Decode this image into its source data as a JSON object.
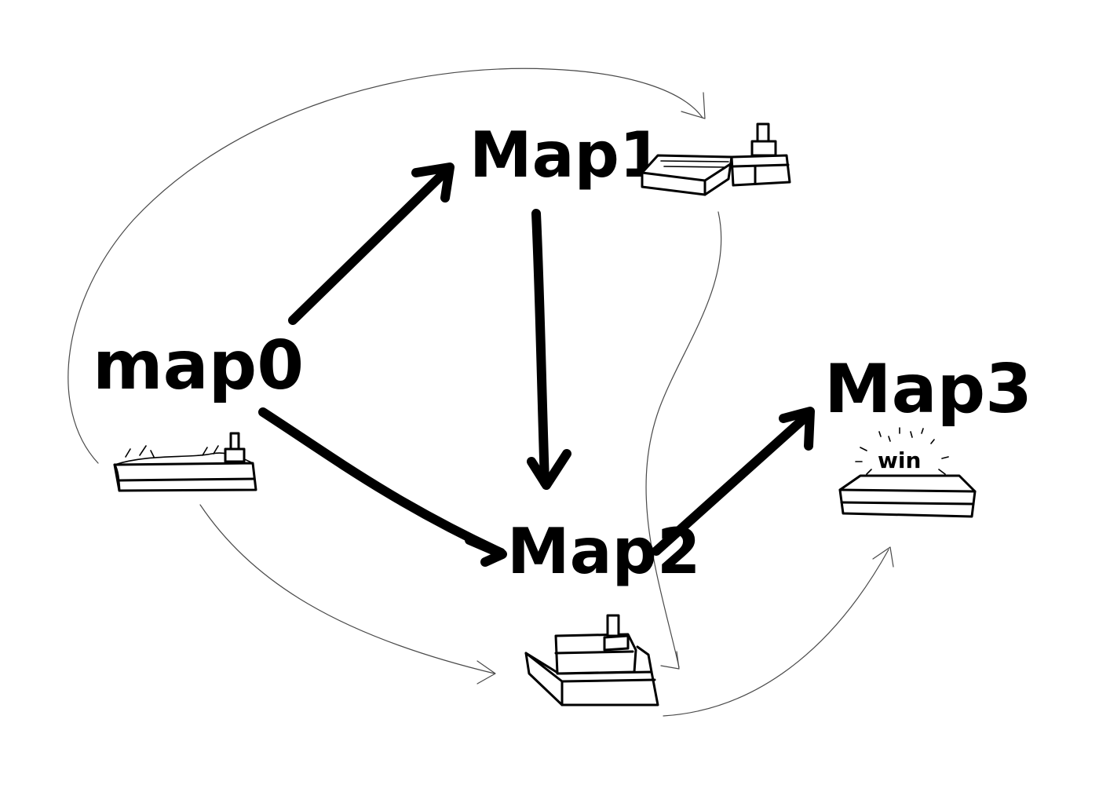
{
  "nodes": [
    {
      "id": "map0",
      "label": "map0"
    },
    {
      "id": "map1",
      "label": "Map1"
    },
    {
      "id": "map2",
      "label": "Map2"
    },
    {
      "id": "map3",
      "label": "Map3"
    }
  ],
  "edges": [
    {
      "from": "map0",
      "to": "map1",
      "style": "bold"
    },
    {
      "from": "map0",
      "to": "map2",
      "style": "bold"
    },
    {
      "from": "map1",
      "to": "map2",
      "style": "bold"
    },
    {
      "from": "map2",
      "to": "map3",
      "style": "bold"
    },
    {
      "from": "map0",
      "to": "map1",
      "style": "thin"
    },
    {
      "from": "map0",
      "to": "map2",
      "style": "thin"
    },
    {
      "from": "map1",
      "to": "map2",
      "style": "thin"
    },
    {
      "from": "map2",
      "to": "map3",
      "style": "thin"
    }
  ],
  "map3_sketch": {
    "text": "win"
  }
}
